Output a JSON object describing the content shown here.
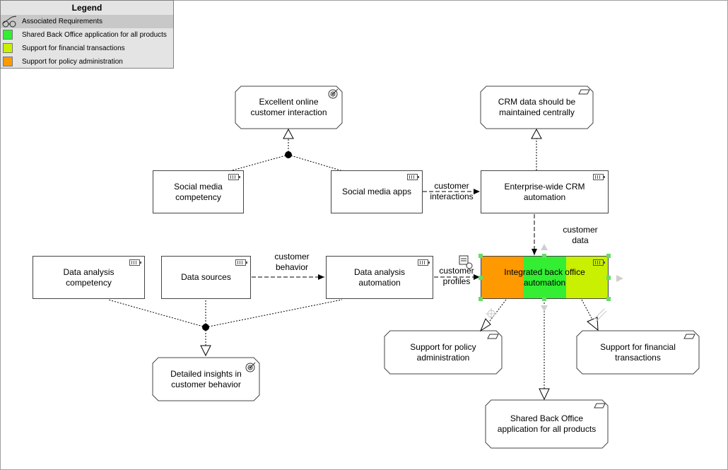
{
  "legend": {
    "title": "Legend",
    "items": [
      {
        "label": "Associated Requirements",
        "icon": "glasses-icon"
      },
      {
        "label": "Shared Back Office application for all products",
        "color": "#33ee33"
      },
      {
        "label": "Support for financial transactions",
        "color": "#c8f000"
      },
      {
        "label": "Support for policy administration",
        "color": "#ff9900"
      }
    ]
  },
  "goals": {
    "excellent_online": "Excellent online customer interaction",
    "detailed_insights": "Detailed insights in customer behavior"
  },
  "requirements": {
    "crm_central": "CRM data should be maintained centrally",
    "policy_admin": "Support for policy administration",
    "financial_tx": "Support for financial transactions",
    "shared_backoffice": "Shared Back Office application for all products"
  },
  "capabilities": {
    "social_competency": "Social media competency",
    "social_apps": "Social media apps",
    "crm_automation": "Enterprise-wide CRM automation",
    "da_competency": "Data analysis competency",
    "data_sources": "Data sources",
    "da_automation": "Data analysis automation",
    "integrated_backoffice": "Integrated back office automation"
  },
  "flows": {
    "customer_interactions": "customer interactions",
    "customer_data": "customer data",
    "customer_behavior": "customer behavior",
    "customer_profiles": "customer profiles"
  },
  "colors": {
    "policy_admin": "#ff9900",
    "shared_backoffice": "#33ee33",
    "financial_tx": "#c8f000",
    "selection_handle": "#66dd66"
  }
}
